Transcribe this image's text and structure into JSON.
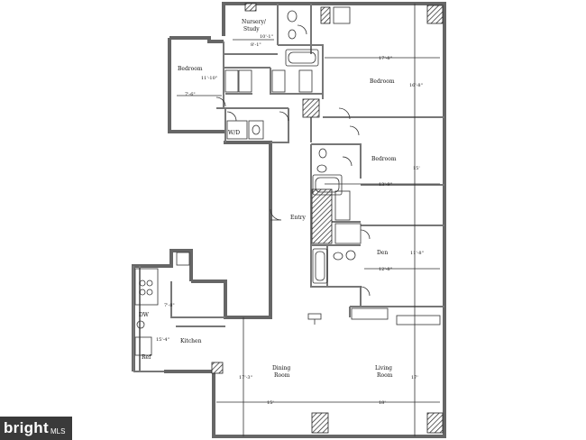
{
  "rooms": {
    "nursery": "Nursery/",
    "nursery2": "Study",
    "bedroom_left": "Bedroom",
    "bedroom_master": "Bedroom",
    "bedroom_mid": "Bedroom",
    "den": "Den",
    "entry": "Entry",
    "kitchen": "Kitchen",
    "dining": "Dining",
    "dining2": "Room",
    "living": "Living",
    "living2": "Room",
    "wd": "W/D",
    "dw": "DW",
    "ref": "Ref"
  },
  "dims": {
    "nursery_w": "10'-1\"",
    "nursery_h": "8'-1\"",
    "bed_left_h": "11'-10\"",
    "bed_left_w": "7'-6\"",
    "master_w": "17'-8\"",
    "master_h": "16'-8\"",
    "bed_mid_h": "15'",
    "bed_mid_w": "13'-9\"",
    "den_h": "11'-8\"",
    "den_w": "12'-8\"",
    "kitchen_a": "7'-8\"",
    "kitchen_b": "15'-4\"",
    "dining_h": "17'-3\"",
    "dining_w": "15'",
    "living_w": "18'",
    "living_h": "17'"
  },
  "watermark": {
    "brand": "bright",
    "suffix": "MLS"
  }
}
